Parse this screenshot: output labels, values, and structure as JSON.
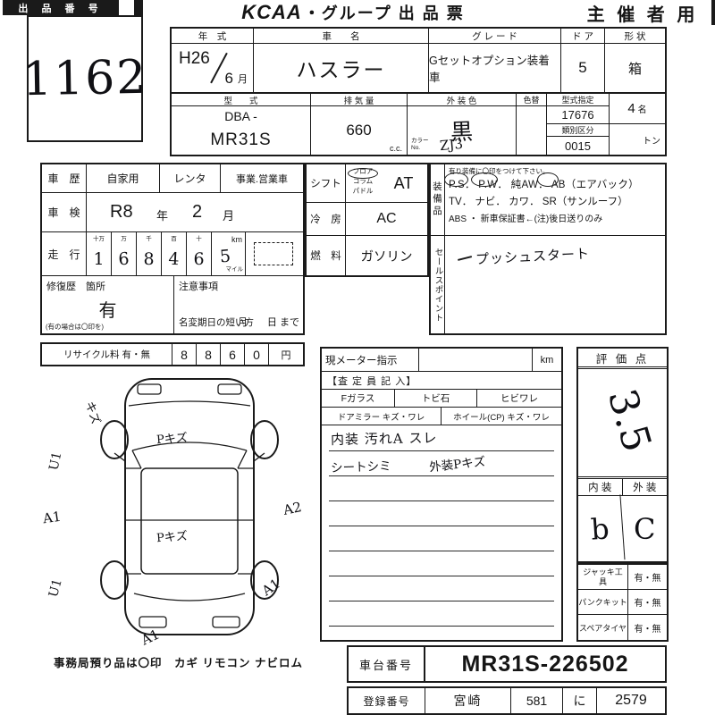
{
  "header": {
    "exhibit_label": "出 品 番 号",
    "exhibit_number": "1162",
    "title_logo": "KCAA",
    "title_rest": "・グループ 出 品 票",
    "organizer": "主 催 者 用"
  },
  "info": {
    "year_label": "年　式",
    "year": "H26",
    "month": "6",
    "month_unit": "月",
    "car_label": "車　　名",
    "car_name": "ハスラー",
    "grade_label": "グ レ ー ド",
    "grade": "Gセットオプション装着車",
    "door_label": "ド ア",
    "door": "5",
    "shape_label": "形 状",
    "shape": "箱"
  },
  "spec": {
    "model_label": "型　　式",
    "model_prefix": "DBA -",
    "model": "MR31S",
    "disp_label": "排 気 量",
    "disp": "660",
    "disp_unit": "c.c.",
    "color_label": "外 装 色",
    "color": "黒",
    "color_no_label": "カラーNo.",
    "color_no": "ZJ3",
    "recolor_label": "色替",
    "desig_label": "型式指定",
    "desig": "17676",
    "class_label": "類別区分",
    "class_no": "0015",
    "capacity": "4",
    "capacity_unit": "名",
    "load": "トン"
  },
  "history": {
    "label": "車　歴",
    "opt1": "自家用",
    "opt2": "レンタ",
    "opt3": "事業.営業車"
  },
  "inspection": {
    "label": "車　検",
    "year": "R8",
    "year_unit": "年",
    "month": "2",
    "month_unit": "月"
  },
  "mileage": {
    "label": "走　行",
    "scale": [
      "十万",
      "万",
      "千",
      "百",
      "十"
    ],
    "digits": [
      "1",
      "6",
      "8",
      "4",
      "6",
      "5"
    ],
    "unit_km": "km",
    "unit_mile": "マイル"
  },
  "repair": {
    "label": "修復歴　箇所",
    "value": "有",
    "note": "(有の場合は〇印を)"
  },
  "caution": {
    "label": "注意事項",
    "deadline": "名変期日の短い方",
    "units": "月　　日 まで"
  },
  "recycle": {
    "label": "リサイクル料 有・無",
    "digits": [
      "8",
      "8",
      "6",
      "0"
    ],
    "unit": "円"
  },
  "drivetrain": {
    "shift_label": "シフト",
    "shift_opts": [
      "フロア",
      "コラム",
      "パドル"
    ],
    "shift_value": "AT",
    "cool_label": "冷　房",
    "cool_value": "AC",
    "fuel_label": "燃　料",
    "fuel_value": "ガソリン"
  },
  "equipment": {
    "label": "装備品",
    "instruction": "有り装備に〇印をつけて下さい。",
    "line1": "P.S． P.W． 純AW． AB（エアバック）",
    "line2": "TV． ナビ． カワ． SR（サンルーフ）",
    "line3": "ABS ・ 新車保証書←(注)後日送りのみ"
  },
  "sales": {
    "label": "セールスポイント",
    "value": "プッシュスタート"
  },
  "meter": {
    "label": "現メーター指示",
    "unit": "km",
    "inspector": "【査 定 員 記 入】",
    "glass_label": "Fガラス",
    "glass_opt1": "トビ石",
    "glass_opt2": "ヒビワレ",
    "mirror": "ドアミラー キズ・ワレ",
    "wheel": "ホイール(CP) キズ・ワレ",
    "note1": "内装 汚れA スレ",
    "note2": "シートシミ",
    "note3": "外装Pキズ"
  },
  "evaluation": {
    "label": "評 価 点",
    "score": "3.5",
    "interior_label": "内 装",
    "exterior_label": "外 装",
    "interior": "b",
    "exterior": "C"
  },
  "tools": {
    "rows": [
      {
        "label": "ジャッキ工 具",
        "value": "有・無"
      },
      {
        "label": "パンクキット",
        "value": "有・無"
      },
      {
        "label": "スペアタイヤ",
        "value": "有・無"
      }
    ]
  },
  "chassis": {
    "label": "車台番号",
    "value": "MR31S-226502"
  },
  "registration": {
    "label": "登録番号",
    "area": "宮崎",
    "class_no": "581",
    "kana": "に",
    "number": "2579"
  },
  "office_note": "事務局預り品は〇印　カギ リモコン ナビロム",
  "diagram": {
    "marks": [
      "キズ",
      "U1",
      "A1",
      "Pキズ",
      "Pキズ",
      "A2",
      "U1",
      "A1",
      "A1"
    ]
  }
}
